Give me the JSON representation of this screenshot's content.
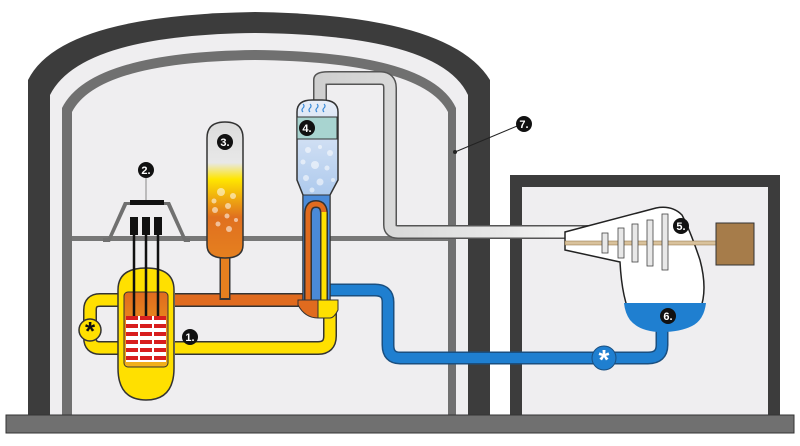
{
  "diagram": {
    "title": "Pressurized water reactor schematic",
    "colors": {
      "wall_dark": "#3c3c3c",
      "wall_mid": "#707070",
      "interior": "#efeef0",
      "primary_hot": "#e06b1f",
      "primary_cold": "#ffe000",
      "secondary_water": "#1f7fd0",
      "steam_pipe": "#d8d8d8",
      "fuel_red": "#d81e1e",
      "generator": "#a67c4a",
      "shaft": "#d9c29c"
    },
    "labels": [
      {
        "id": "1",
        "text": "1."
      },
      {
        "id": "2",
        "text": "2."
      },
      {
        "id": "3",
        "text": "3."
      },
      {
        "id": "4",
        "text": "4."
      },
      {
        "id": "5",
        "text": "5."
      },
      {
        "id": "6",
        "text": "6."
      },
      {
        "id": "7",
        "text": "7."
      }
    ],
    "icons": {
      "primary_pump": "asterisk-pump-icon",
      "secondary_pump": "snowflake-pump-icon",
      "steam": "steam-wave-icon"
    }
  }
}
